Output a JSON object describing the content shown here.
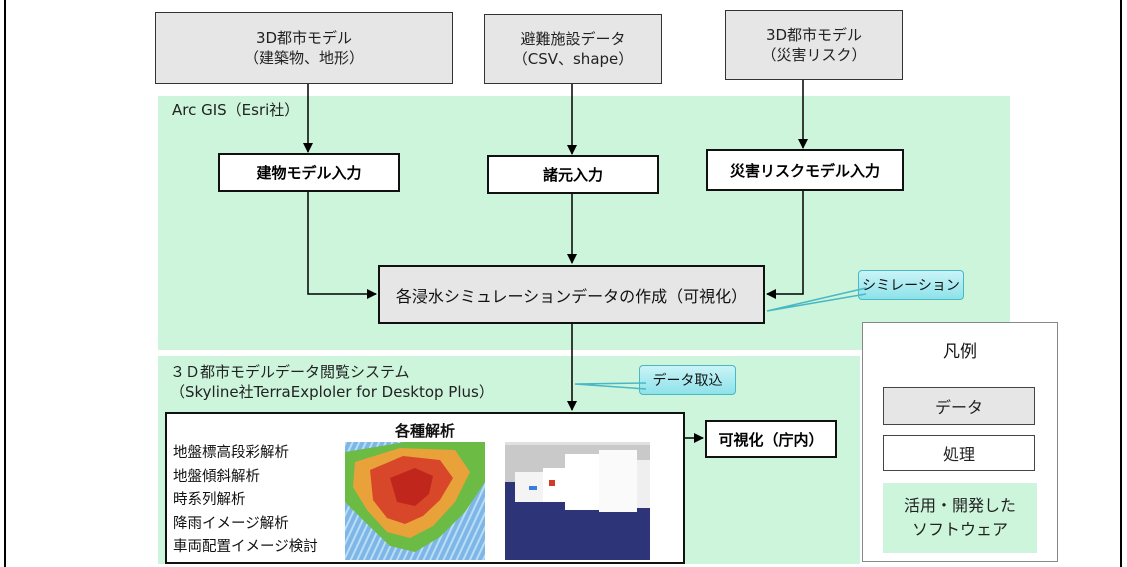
{
  "inputs": [
    {
      "text": "3D都市モデル\n（建築物、地形）"
    },
    {
      "text": "避難施設データ\n（CSV、shape）"
    },
    {
      "text": "3D都市モデル\n（災害リスク）"
    }
  ],
  "arcgis": {
    "label": "Arc GIS（Esri社）",
    "processes": [
      "建物モデル入力",
      "諸元入力",
      "災害リスクモデル入力"
    ],
    "simulation": "各浸水シミュレーションデータの作成（可視化）",
    "callout": "シミレーション"
  },
  "viewer": {
    "label": "３Ｄ都市モデルデータ閲覧システム\n（Skyline社TerraExploler for Desktop Plus）",
    "callout": "データ取込",
    "analysis_title": "各種解析",
    "analysis_items": [
      "地盤標高段彩解析",
      "地盤傾斜解析",
      "時系列解析",
      "降雨イメージ解析",
      "車両配置イメージ検討"
    ],
    "output": "可視化（庁内）"
  },
  "legend": {
    "title": "凡例",
    "data": "データ",
    "process": "処理",
    "software": "活用・開発した\nソフトウェア"
  },
  "colors": {
    "software_region": "#ccf5dc",
    "data_box": "#e6e6e6",
    "callout": "#8ee2ea"
  }
}
